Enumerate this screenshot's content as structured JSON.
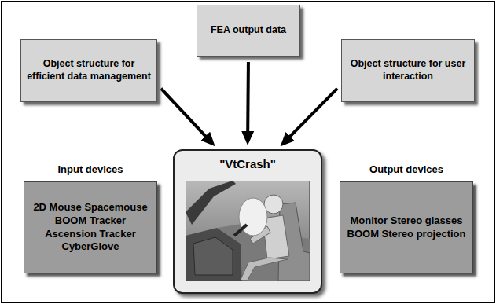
{
  "diagram": {
    "nodes": [
      {
        "text": [
          "FEA output data"
        ]
      },
      {
        "text": [
          "Object structure for efficient data management"
        ]
      },
      {
        "text": [
          "Object structure for user interaction"
        ]
      },
      {
        "text": [
          "\"VtCrash\""
        ]
      },
      {
        "text": [
          "Input devices",
          "2D Mouse Spacemouse BOOM Tracker Ascension Tracker CyberGlove"
        ]
      },
      {
        "text": [
          "Output devices",
          "Monitor Stereo glasses BOOM Stereo projection"
        ]
      }
    ],
    "edges": [
      {
        "from": 1,
        "to": 3,
        "arrow": "to"
      },
      {
        "from": 0,
        "to": 3,
        "arrow": "to"
      },
      {
        "from": 2,
        "to": 3,
        "arrow": "to"
      }
    ]
  }
}
